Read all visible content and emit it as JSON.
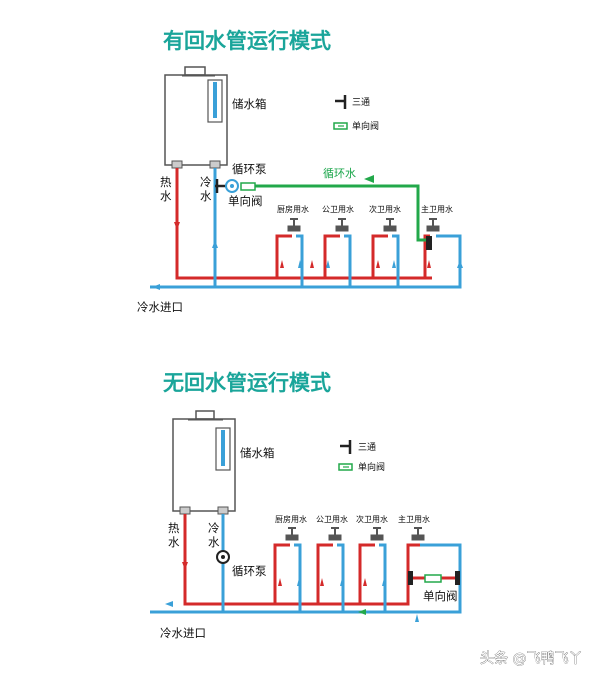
{
  "top": {
    "title": "有回水管运行模式",
    "tank_label": "储水箱",
    "pump_label": "循环泵",
    "hot_label_1": "热",
    "hot_label_2": "水",
    "cold_label_1": "冷",
    "cold_label_2": "水",
    "check_valve_label": "单向阀",
    "return_label": "循环水",
    "inlet_label": "冷水进口",
    "fixtures": [
      "厨房用水",
      "公卫用水",
      "次卫用水",
      "主卫用水"
    ],
    "legend": {
      "tee": "三通",
      "check_valve": "单向阀"
    }
  },
  "bottom": {
    "title": "无回水管运行模式",
    "tank_label": "储水箱",
    "pump_label": "循环泵",
    "hot_label_1": "热",
    "hot_label_2": "水",
    "cold_label_1": "冷",
    "cold_label_2": "水",
    "check_valve_label": "单向阀",
    "inlet_label": "冷水进口",
    "fixtures": [
      "厨房用水",
      "公卫用水",
      "次卫用水",
      "主卫用水"
    ],
    "legend": {
      "tee": "三通",
      "check_valve": "单向阀"
    }
  },
  "watermark": "头条 @飞鸭飞丫",
  "colors": {
    "hot": "#d42a2a",
    "cold": "#3aa0d8",
    "return": "#22a84a",
    "title": "#1aa59a"
  }
}
